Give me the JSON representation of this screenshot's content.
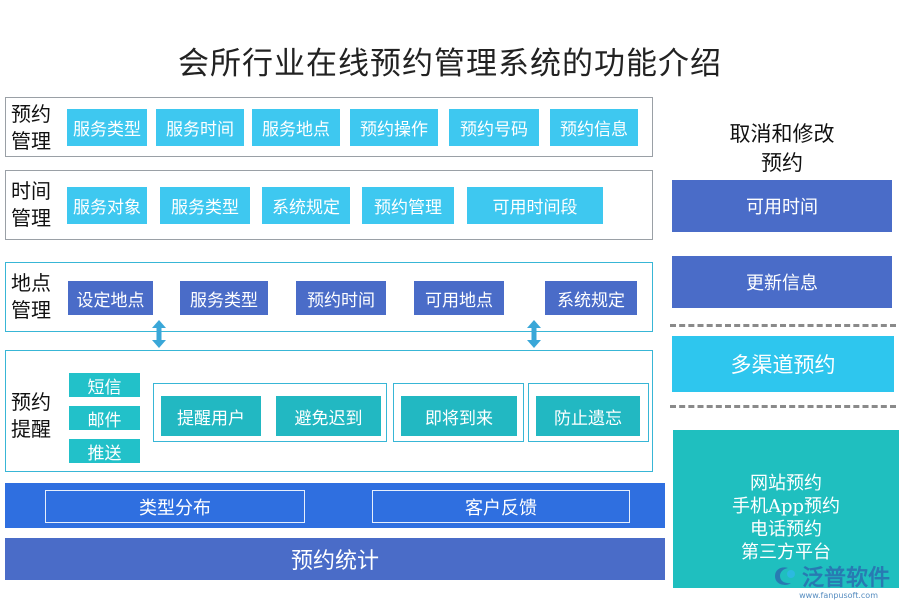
{
  "title": "会所行业在线预约管理系统的功能介绍",
  "rows": {
    "booking_mgmt": {
      "label": "预约\n管理",
      "items": [
        "服务类型",
        "服务时间",
        "服务地点",
        "预约操作",
        "预约号码",
        "预约信息"
      ]
    },
    "time_mgmt": {
      "label": "时间\n管理",
      "items": [
        "服务对象",
        "服务类型",
        "系统规定",
        "预约管理",
        "可用时间段"
      ]
    },
    "location_mgmt": {
      "label": "地点\n管理",
      "items": [
        "设定地点",
        "服务类型",
        "预约时间",
        "可用地点",
        "系统规定"
      ]
    },
    "reminder": {
      "label": "预约\n提醒",
      "channels": [
        "短信",
        "邮件",
        "推送"
      ],
      "group1": [
        "提醒用户",
        "避免迟到"
      ],
      "group2": [
        "即将到来"
      ],
      "group3": [
        "防止遗忘"
      ]
    }
  },
  "stats": {
    "sub_items": [
      "类型分布",
      "客户反馈"
    ],
    "label": "预约统计"
  },
  "right": {
    "heading": "取消和修改\n预约",
    "items": [
      "可用时间",
      "更新信息"
    ],
    "multichannel": "多渠道预约",
    "channels": [
      "网站预约",
      "手机App预约",
      "电话预约",
      "第三方平台"
    ]
  },
  "watermark": {
    "brand": "泛普软件",
    "url": "www.fanpusoft.com"
  },
  "colors": {
    "sky": "#3ec8f0",
    "blue": "#4a6cc8",
    "teal": "#22c1c9",
    "stats_bar": "#2f6fe0",
    "stats_bottom": "#4a6cc8",
    "channel_panel": "#1fbfbf"
  }
}
